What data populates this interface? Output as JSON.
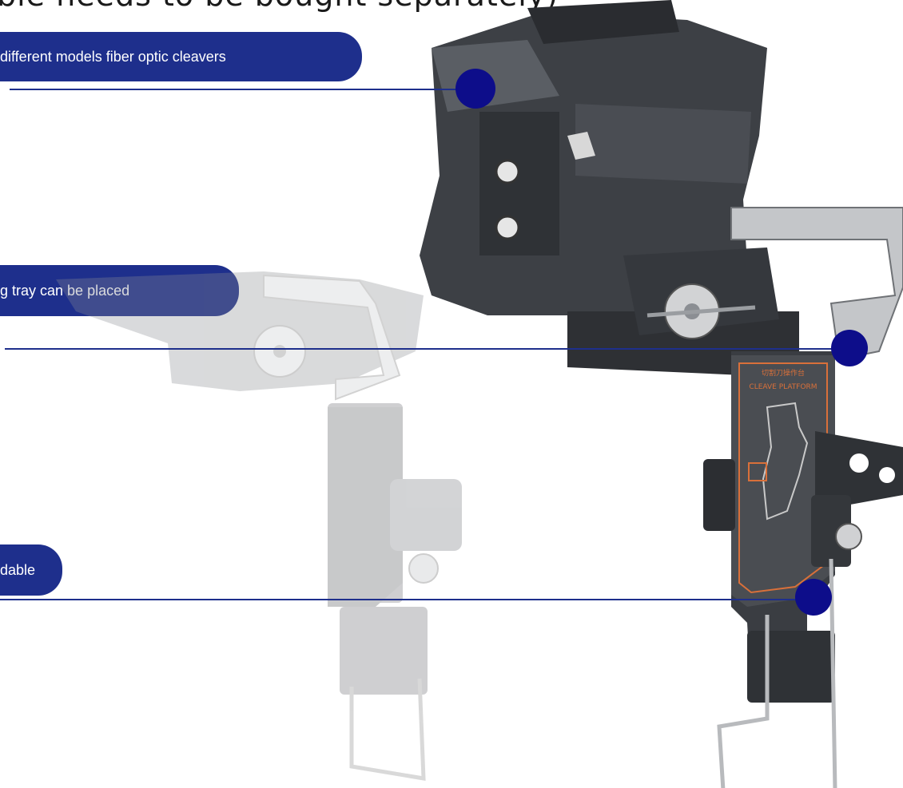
{
  "headline": "ble needs to be bought separately)",
  "callouts": [
    {
      "label": "different models fiber optic cleavers"
    },
    {
      "label": "g tray can be placed"
    },
    {
      "label": "dable"
    }
  ],
  "platform_label": {
    "chinese": "切割刀操作台",
    "english": "CLEAVE PLATFORM"
  },
  "colors": {
    "accent": "#1e2f8c",
    "marker": "#0d0d8a",
    "body_dark": "#3d4045",
    "label_orange": "#d9703a"
  }
}
